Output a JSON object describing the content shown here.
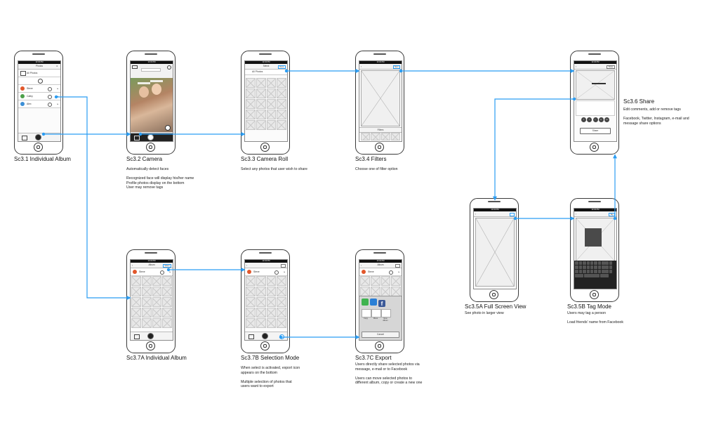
{
  "colors": {
    "arrow": "#2a9df4",
    "frame": "#3a3a3a"
  },
  "captions": {
    "sc31": "Sc3.1 Individual Album",
    "sc32": "Sc3.2 Camera",
    "sc33": "Sc3.3 Camera Roll",
    "sc34": "Sc3.4 Filters",
    "sc36": "Sc3.6 Share",
    "sc35a": "Sc3.5A Full Screen View",
    "sc35b": "Sc3.5B Tag Mode",
    "sc37a": "Sc3.7A Individual Album",
    "sc37b": "Sc3.7B Selection Mode",
    "sc37c": "Sc3.7C Export"
  },
  "descriptions": {
    "sc32": "Automatically detect faces\n\nRecognized face will display his/her name\nProfile photos display on the bottom\nUser may remove tags",
    "sc33": "Select any photos that user wish to share",
    "sc34": "Choose one of filter option",
    "sc36": "Edit comments, add or remove tags\n\nFacebook, Twitter, Instagram, e-mail and\nmessage share options",
    "sc35a": "See photo in larger view",
    "sc35b": "Users may tag a person\n\nLoad friends' name from Facebook",
    "sc37b": "When select is activated, export icon\nappears on the bottom\n\nMultiple selection of photos that\nusers want to export",
    "sc37c": "Users directly share selected photos via\nmessage, e-mail or to Facebook\n\nUsers can move selected photos to\ndifferent album, copy or create a new one"
  },
  "screens": {
    "status_time": "12:34 PM",
    "sc31": {
      "title": "Photos",
      "all_photos": "All Photos",
      "people": [
        "Steve",
        "Cathy",
        "Alex"
      ]
    },
    "sc33": {
      "title": "Select",
      "button": "Done",
      "all_photos": "All Photos"
    },
    "sc34": {
      "button": "Next",
      "filters_label": "Filters"
    },
    "sc36": {
      "button": "Share",
      "share_button": "Share",
      "share_icons": [
        "f",
        "t",
        "i",
        "e",
        "m"
      ]
    },
    "sc35b": {
      "button": "Tag"
    },
    "sc37a": {
      "title": "Album",
      "button": "Select",
      "person": "Steve"
    },
    "sc37b": {
      "person": "Steve"
    },
    "sc37c": {
      "title": "Album",
      "person": "Steve",
      "export_labels": [
        "Copy",
        "Move",
        "New Album"
      ],
      "cancel": "Cancel"
    }
  }
}
